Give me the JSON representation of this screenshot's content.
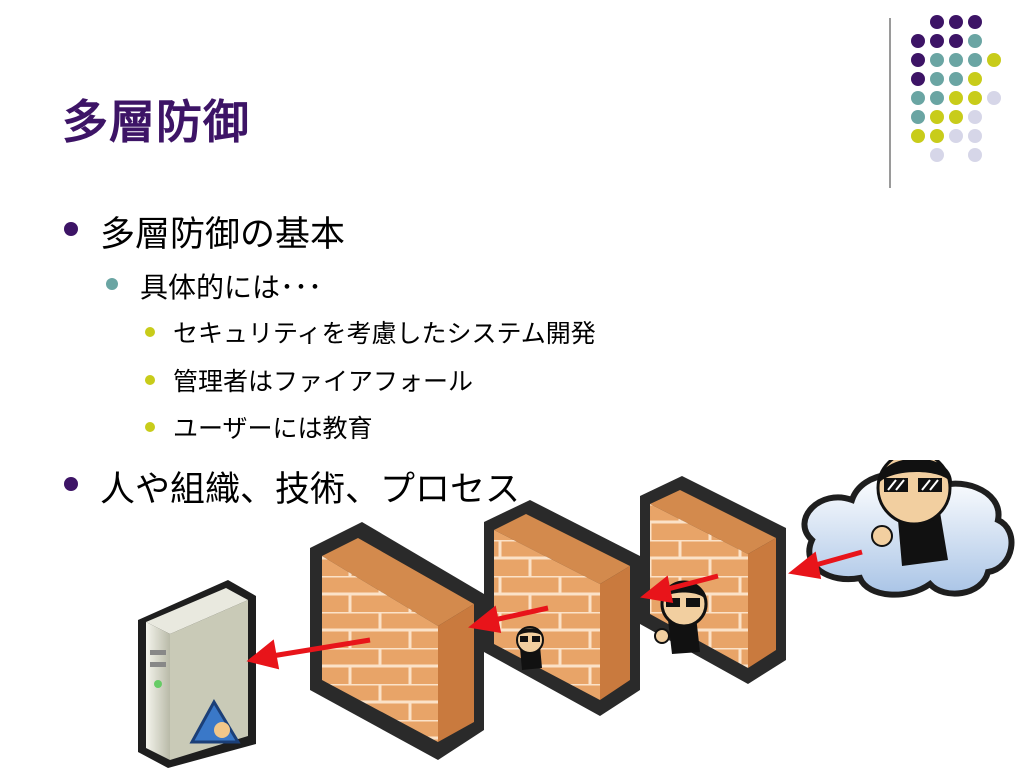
{
  "slide": {
    "title": "多層防御",
    "bullets": [
      {
        "level": 1,
        "text": "多層防御の基本",
        "bullet_color": "#3d1466"
      },
      {
        "level": 2,
        "text": "具体的には･･･",
        "bullet_color": "#6aa5a3"
      },
      {
        "level": 3,
        "text": "セキュリティを考慮したシステム開発",
        "bullet_color": "#c8cc1a"
      },
      {
        "level": 3,
        "text": "管理者はファイアフォール",
        "bullet_color": "#c8cc1a"
      },
      {
        "level": 3,
        "text": "ユーザーには教育",
        "bullet_color": "#c8cc1a"
      },
      {
        "level": 1,
        "text": "人や組織、技術、プロセス",
        "bullet_color": "#3d1466"
      }
    ]
  },
  "theme": {
    "title_color": "#3d1466",
    "dot_colors": {
      "purple": "#3d1466",
      "teal": "#6aa5a3",
      "lime": "#c8cc1a",
      "lavender": "#d6d6e8"
    }
  },
  "illustration": {
    "icons": [
      "server-icon",
      "firewall-icon",
      "firewall-icon",
      "firewall-icon",
      "attacker-icon",
      "cloud-icon",
      "arrow-icon"
    ],
    "brick_color": "#e8a468"
  }
}
